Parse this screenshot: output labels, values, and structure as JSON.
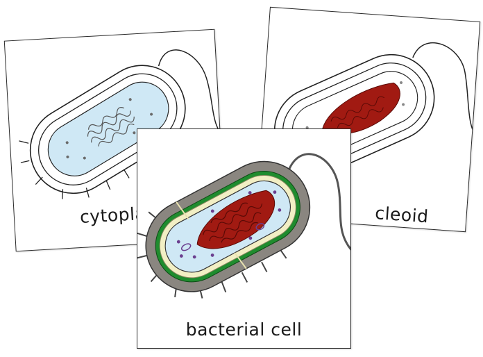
{
  "cards": {
    "left": {
      "label": "cytoplasm"
    },
    "right": {
      "label": "nucleoid"
    },
    "main": {
      "label": "bacterial cell"
    }
  },
  "colors": {
    "capsule": "#8a8680",
    "cell_wall": "#1f8c2e",
    "membrane": "#f2efc4",
    "cytoplasm": "#cfe8f5",
    "nucleoid": "#a11a12",
    "ribosome": "#6b3f8f",
    "border": "#2a2a2a"
  }
}
